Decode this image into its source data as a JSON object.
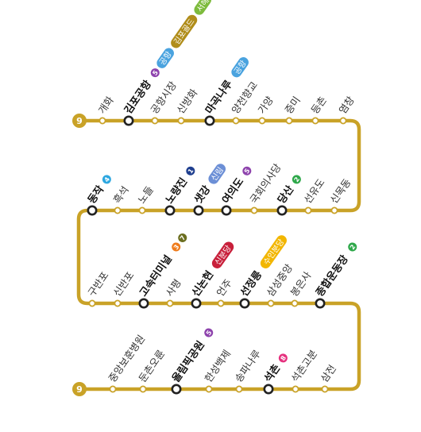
{
  "line": {
    "number": "9",
    "color": "#C9A227",
    "terminal_label": "9"
  },
  "rows": [
    {
      "direction": "ltr",
      "stations": [
        {
          "name": "개화",
          "transfer": false,
          "badges": []
        },
        {
          "name": "김포공항",
          "transfer": true,
          "badges": [
            {
              "kind": "num",
              "text": "5",
              "color": "#8E44AD"
            },
            {
              "kind": "pill",
              "text": "공항",
              "color": "#4AA3DF"
            },
            {
              "kind": "pill",
              "text": "김포골드",
              "color": "#B08D1A"
            },
            {
              "kind": "pill",
              "text": "서해",
              "color": "#7DBB3C"
            }
          ]
        },
        {
          "name": "공항시장",
          "transfer": false,
          "badges": []
        },
        {
          "name": "신방화",
          "transfer": false,
          "badges": []
        },
        {
          "name": "마곡나루",
          "transfer": true,
          "badges": [
            {
              "kind": "pill",
              "text": "공항",
              "color": "#4AA3DF"
            }
          ]
        },
        {
          "name": "양천향교",
          "transfer": false,
          "badges": []
        },
        {
          "name": "가양",
          "transfer": false,
          "badges": []
        },
        {
          "name": "증미",
          "transfer": false,
          "badges": []
        },
        {
          "name": "등촌",
          "transfer": false,
          "badges": []
        },
        {
          "name": "염창",
          "transfer": false,
          "badges": []
        }
      ]
    },
    {
      "direction": "rtl",
      "stations": [
        {
          "name": "신목동",
          "transfer": false,
          "badges": []
        },
        {
          "name": "선유도",
          "transfer": false,
          "badges": []
        },
        {
          "name": "당산",
          "transfer": true,
          "badges": [
            {
              "kind": "num",
              "text": "2",
              "color": "#2EA84A"
            }
          ]
        },
        {
          "name": "국회의사당",
          "transfer": false,
          "badges": []
        },
        {
          "name": "여의도",
          "transfer": true,
          "badges": [
            {
              "kind": "num",
              "text": "5",
              "color": "#8E44AD"
            }
          ]
        },
        {
          "name": "샛강",
          "transfer": true,
          "badges": [
            {
              "kind": "pill",
              "text": "신림",
              "color": "#6C8FD6"
            }
          ]
        },
        {
          "name": "노량진",
          "transfer": true,
          "badges": [
            {
              "kind": "num",
              "text": "1",
              "color": "#1F3F8F"
            }
          ]
        },
        {
          "name": "노들",
          "transfer": false,
          "badges": []
        },
        {
          "name": "흑석",
          "transfer": false,
          "badges": []
        },
        {
          "name": "동작",
          "transfer": true,
          "badges": [
            {
              "kind": "num",
              "text": "4",
              "color": "#2DA7E0"
            }
          ]
        }
      ]
    },
    {
      "direction": "ltr",
      "stations": [
        {
          "name": "구반포",
          "transfer": false,
          "badges": []
        },
        {
          "name": "신반포",
          "transfer": false,
          "badges": []
        },
        {
          "name": "고속터미널",
          "transfer": true,
          "badges": [
            {
              "kind": "num",
              "text": "3",
              "color": "#EF7C1C"
            },
            {
              "kind": "num",
              "text": "7",
              "color": "#6B6E1F"
            }
          ]
        },
        {
          "name": "사평",
          "transfer": false,
          "badges": []
        },
        {
          "name": "신논현",
          "transfer": true,
          "badges": [
            {
              "kind": "pill",
              "text": "신분당",
              "color": "#C8203B"
            }
          ]
        },
        {
          "name": "언주",
          "transfer": false,
          "badges": []
        },
        {
          "name": "선정릉",
          "transfer": true,
          "badges": [
            {
              "kind": "pill",
              "text": "수인분당",
              "color": "#F2B600"
            }
          ]
        },
        {
          "name": "삼성중앙",
          "transfer": false,
          "badges": []
        },
        {
          "name": "봉은사",
          "transfer": false,
          "badges": []
        },
        {
          "name": "종합운동장",
          "transfer": true,
          "badges": [
            {
              "kind": "num",
              "text": "2",
              "color": "#2EA84A"
            }
          ]
        }
      ]
    },
    {
      "direction": "rtl",
      "stations": [
        {
          "name": "삼전",
          "transfer": false,
          "badges": []
        },
        {
          "name": "석촌고분",
          "transfer": false,
          "badges": []
        },
        {
          "name": "석촌",
          "transfer": true,
          "badges": [
            {
              "kind": "num",
              "text": "8",
              "color": "#E5317E"
            }
          ]
        },
        {
          "name": "송파나루",
          "transfer": false,
          "badges": []
        },
        {
          "name": "한성백제",
          "transfer": false,
          "badges": []
        },
        {
          "name": "올림픽공원",
          "transfer": true,
          "badges": [
            {
              "kind": "num",
              "text": "5",
              "color": "#8E44AD"
            }
          ]
        },
        {
          "name": "둔촌오륜",
          "transfer": false,
          "badges": []
        },
        {
          "name": "중앙보훈병원",
          "transfer": false,
          "badges": []
        }
      ]
    }
  ]
}
